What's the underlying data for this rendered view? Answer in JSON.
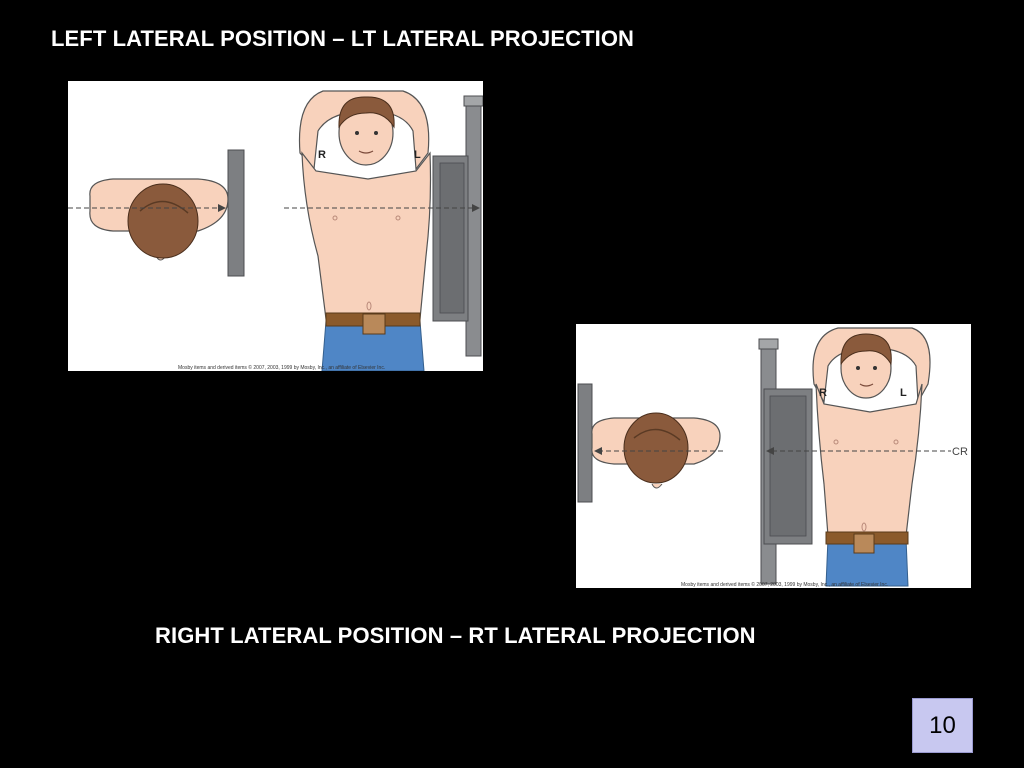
{
  "slide": {
    "title_top": "LEFT LATERAL POSITION – LT LATERAL PROJECTION",
    "title_bottom": "RIGHT  LATERAL POSITION – RT  LATERAL PROJECTION",
    "page_number": "10"
  },
  "figures": {
    "left": {
      "side_label_right": "R",
      "side_label_left": "L",
      "credit": "Mosby items and derived items © 2007, 2003, 1999 by Mosby, Inc., an affiliate of Elsevier Inc."
    },
    "right": {
      "side_label_right": "R",
      "side_label_left": "L",
      "beam_label": "CR",
      "credit": "Mosby items and derived items © 2007, 2003, 1999 by Mosby, Inc., an affiliate of Elsevier Inc."
    }
  },
  "colors": {
    "background": "#000000",
    "title_text": "#ffffff",
    "skin": "#f8d2bc",
    "hair": "#8a5a3c",
    "detector": "#7d7f82",
    "jeans": "#4f86c6",
    "belt": "#8b5a2b",
    "page_badge": "#c8c8f0"
  }
}
